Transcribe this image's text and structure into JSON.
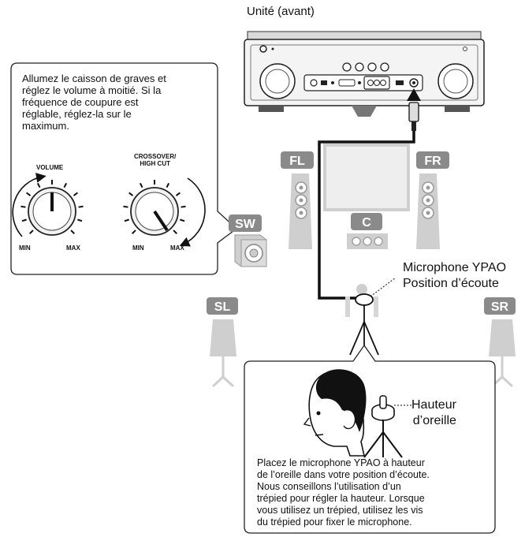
{
  "unit": {
    "title": "Unité (avant)"
  },
  "subwoofer_note": {
    "text": "Allumez le caisson de graves et réglez le volume à moitié. Si la fréquence de coupure est réglable, réglez-la sur le maximum.",
    "lines": [
      "Allumez le caisson de graves et",
      "réglez le volume à moitié. Si la",
      "fréquence de coupure est",
      "réglable, réglez-la sur le",
      "maximum."
    ]
  },
  "knobs": {
    "volume": {
      "title": "VOLUME",
      "min": "MIN",
      "max": "MAX"
    },
    "crossover": {
      "title_line1": "CROSSOVER/",
      "title_line2": "HIGH CUT",
      "min": "MIN",
      "max": "MAX"
    }
  },
  "speakers": {
    "fl": "FL",
    "fr": "FR",
    "center": "C",
    "sw": "SW",
    "sl": "SL",
    "sr": "SR"
  },
  "microphone": {
    "line1": "Microphone YPAO",
    "line2": "Position d’écoute"
  },
  "ear_height": {
    "line1": "Hauteur",
    "line2": "d’oreille"
  },
  "placement_note": {
    "lines": [
      "Placez le microphone YPAO à hauteur",
      "de l’oreille dans votre position d’écoute.",
      "Nous conseillons l’utilisation d’un",
      "trépied pour régler la hauteur. Lorsque",
      "vous utilisez un trépied, utilisez les vis",
      "du trépied pour fixer le microphone."
    ]
  },
  "colors": {
    "badge": "#8a8a8a",
    "speaker": "#cfcfcf",
    "outline": "#222222"
  }
}
